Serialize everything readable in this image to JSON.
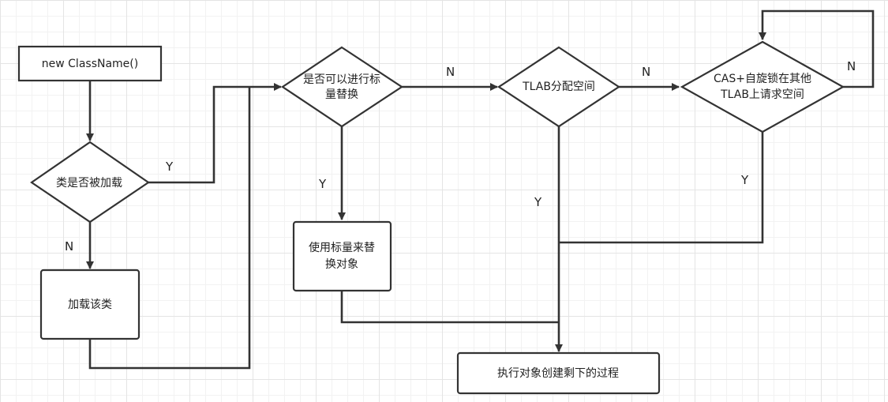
{
  "nodes": {
    "start": "new ClassName()",
    "class_loaded": "类是否被加载",
    "load_class": "加载该类",
    "scalar_replace_line1": "是否可以进行标",
    "scalar_replace_line2": "量替换",
    "tlab_alloc": "TLAB分配空间",
    "cas_line1": "CAS+自旋锁在其他",
    "cas_line2": "TLAB上请求空间",
    "use_scalar_line1": "使用标量来替",
    "use_scalar_line2": "换对象",
    "finish": "执行对象创建剩下的过程"
  },
  "edge_labels": {
    "loaded_yes": "Y",
    "loaded_no": "N",
    "scalar_no": "N",
    "scalar_yes": "Y",
    "tlab_no": "N",
    "tlab_yes": "Y",
    "cas_no": "N",
    "cas_yes": "Y"
  }
}
